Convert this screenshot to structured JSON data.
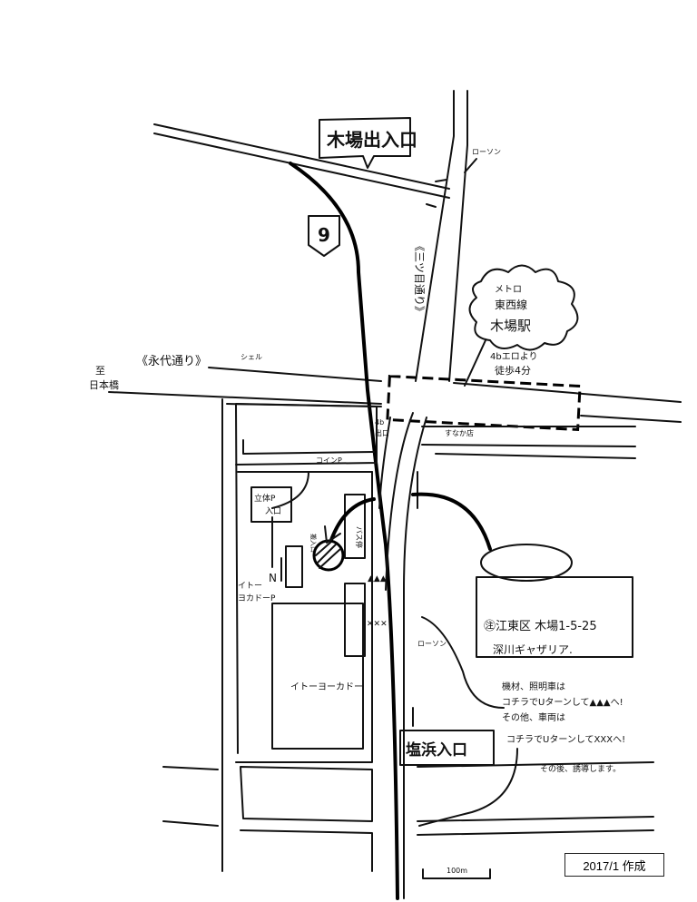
{
  "map": {
    "expressway_entrance_label": "木場出入口",
    "route_shield": "9",
    "lawson_top": "ローソン",
    "mitsume_dori": "《三ツ目通り》",
    "eitai_dori": "《永代通り》",
    "shell": "シェル",
    "to_nihonbashi_1": "至",
    "to_nihonbashi_2": "日本橋",
    "station": {
      "line1": "メトロ",
      "line2": "東西線",
      "line3": "木場駅",
      "exit": "4bエロより",
      "walk": "徒歩4分"
    },
    "exit_4b_1": "4b",
    "exit_4b_2": "出口",
    "sunaka": "すなか店",
    "coin_parking": "コインP",
    "multistory_parking_1": "立体P",
    "multistory_parking_2": "入口",
    "bus_stop": "バス停",
    "loading_entrance": "搬入口",
    "ito_yokado_parking_1": "イトー",
    "ito_yokado_parking_2": "ヨカドーP",
    "ito_yokado": "イトーヨーカドー",
    "lawson_bottom": "ローソン",
    "north": "N",
    "address_line1": "㊟江東区 木場1-5-25",
    "address_line2": "深川ギャザリア.",
    "note_line1": "機材、照明車は",
    "note_line2": "コチラでUターンして▲▲▲へ!",
    "note_line3": "その他、車両は",
    "note_line4": "コチラでUターンしてXXXへ!",
    "note_line5": "その後、誘導します。",
    "shiohama_entrance": "塩浜入口",
    "scale": "100m",
    "footer": "2017/1 作成"
  }
}
